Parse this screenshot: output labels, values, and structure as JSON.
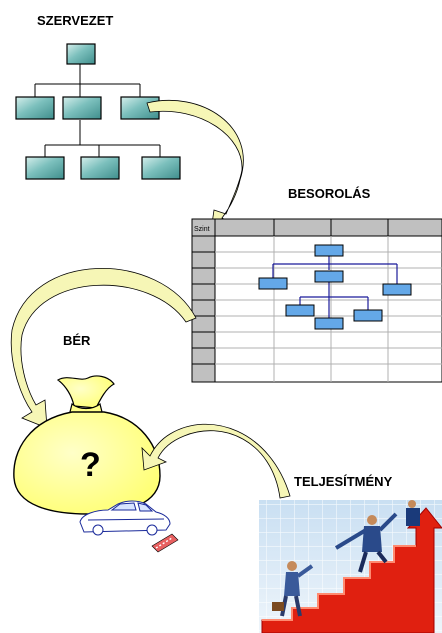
{
  "labels": {
    "organization": "SZERVEZET",
    "classification": "BESOROLÁS",
    "wage": "BÉR",
    "performance": "TELJESÍTMÉNY"
  },
  "grid": {
    "corner_label": "Szint"
  },
  "bag": {
    "mark": "?"
  },
  "colors": {
    "box_fill": "#5ba9a7",
    "box_highlight": "#cfe9e6",
    "arrow_fill": "#f6f6b6",
    "bag_fill": "#ffff88",
    "grid_header": "#c0c0c0",
    "org_box_blue": "#64a8e8",
    "chart_line": "#1a1a9a"
  }
}
